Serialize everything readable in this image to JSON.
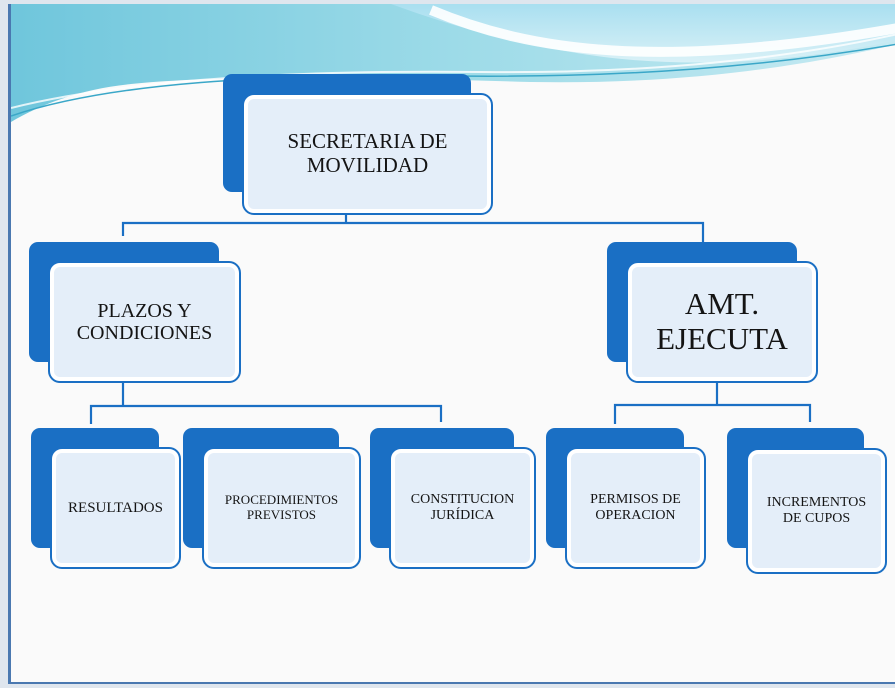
{
  "diagram": {
    "root": {
      "label": "SECRETARIA DE\nMOVILIDAD"
    },
    "left_branch": {
      "label": "PLAZOS Y\nCONDICIONES",
      "children": [
        {
          "label": "RESULTADOS"
        },
        {
          "label": "PROCEDIMIENTOS\nPREVISTOS"
        },
        {
          "label": "CONSTITUCION\nJURÍDICA"
        }
      ]
    },
    "right_branch": {
      "label": "AMT.\nEJECUTA",
      "children": [
        {
          "label": "PERMISOS DE\nOPERACION"
        },
        {
          "label": "INCREMENTOS\nDE CUPOS"
        }
      ]
    }
  },
  "colors": {
    "primary_blue": "#1a6fc4",
    "box_fill": "#e4eef9",
    "connector": "#1a6fc4",
    "wave_teal": "#7fd3e3"
  }
}
